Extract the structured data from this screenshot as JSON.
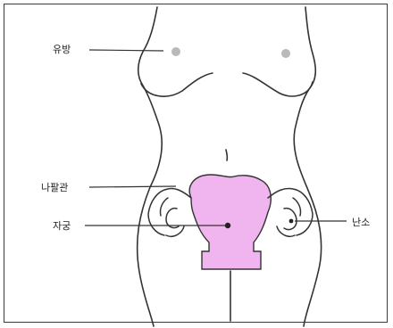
{
  "labels": {
    "breast": "유방",
    "fallopian_tube": "나팔관",
    "uterus": "자궁",
    "ovary": "난소"
  },
  "colors": {
    "uterus_fill": "#f0b4ee",
    "outline": "#333333",
    "nipple": "#b9b9b9",
    "frame": "#3a3a3a"
  }
}
